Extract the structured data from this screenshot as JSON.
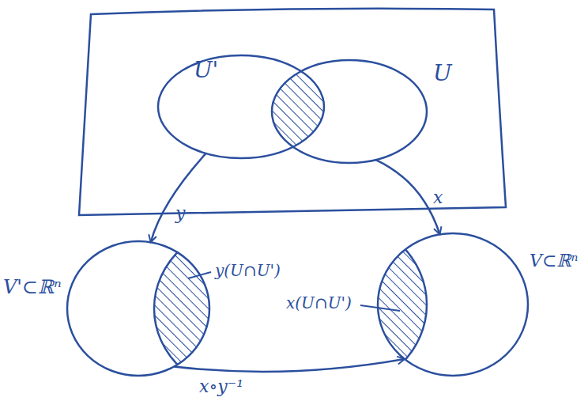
{
  "diagram": {
    "nodes": [
      {
        "text": [
          "U'"
        ]
      },
      {
        "text": [
          "U"
        ]
      },
      {
        "text": [
          "V'⊂ℝⁿ"
        ]
      },
      {
        "text": [
          "V⊂ℝⁿ"
        ]
      }
    ],
    "edges": [
      {
        "from": 0,
        "to": 2,
        "label": "y",
        "arrow": "to"
      },
      {
        "from": 1,
        "to": 3,
        "label": "x",
        "arrow": "to"
      },
      {
        "from": 2,
        "to": 3,
        "label": "x∘y⁻¹",
        "arrow": "to"
      }
    ],
    "labels": [
      "y(U∩U')",
      "x(U∩U')"
    ]
  }
}
